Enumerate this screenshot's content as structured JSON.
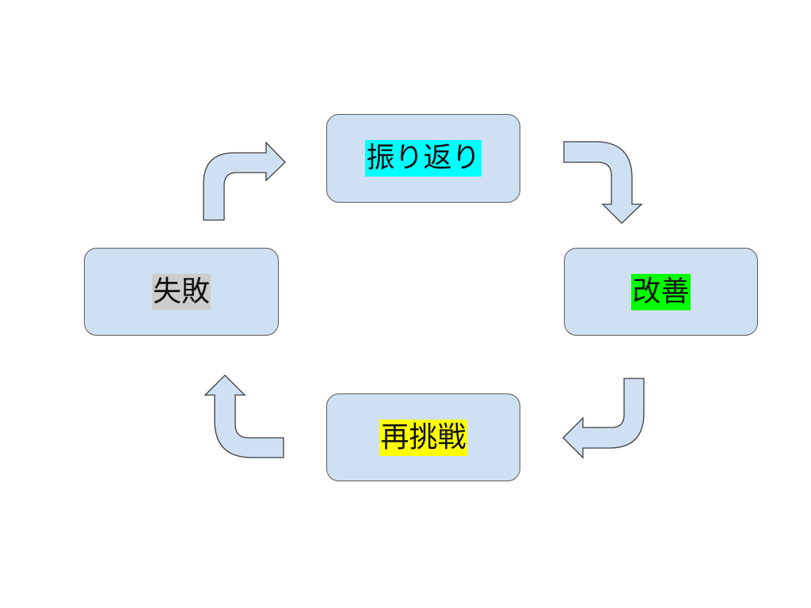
{
  "diagram": {
    "nodes": {
      "furikaeri": {
        "label": "振り返り",
        "highlight": "#00ffff"
      },
      "kaizen": {
        "label": "改善",
        "highlight": "#00ff00"
      },
      "saichosen": {
        "label": "再挑戦",
        "highlight": "#ffff00"
      },
      "shippai": {
        "label": "失敗",
        "highlight": "#cccccc"
      }
    },
    "node_fill": "#cfe0f2",
    "arrow_fill": "#cfe0f2",
    "flow": [
      "shippai",
      "furikaeri",
      "kaizen",
      "saichosen",
      "shippai"
    ]
  }
}
